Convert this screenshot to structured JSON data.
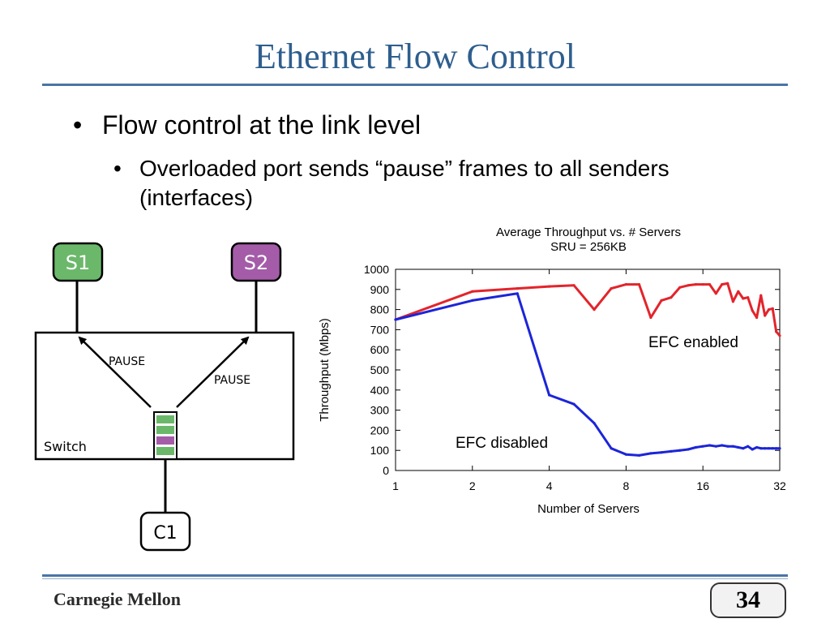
{
  "slide": {
    "title": "Ethernet Flow Control",
    "bullet_level1": "Flow control at the link level",
    "bullet_level2": "Overloaded port sends “pause” frames to all senders (interfaces)",
    "bullet_char": "•",
    "footer": "Carnegie Mellon",
    "page_number": "34",
    "title_color": "#2e5e8e"
  },
  "diagram": {
    "server1": {
      "label": "S1",
      "color": "#6bb86b"
    },
    "server2": {
      "label": "S2",
      "color": "#a45ca8"
    },
    "client": {
      "label": "C1"
    },
    "switch_label": "Switch",
    "pause_left": "PAUSE",
    "pause_right": "PAUSE",
    "queue_colors": [
      "#6bb86b",
      "#6bb86b",
      "#a45ca8",
      "#6bb86b"
    ]
  },
  "chart_data": {
    "type": "line",
    "title": "Average Throughput vs. # Servers",
    "subtitle": "SRU = 256KB",
    "xlabel": "Number of Servers",
    "ylabel": "Throughput (Mbps)",
    "x_scale": "log2",
    "xlim": [
      1,
      32
    ],
    "ylim": [
      0,
      1000
    ],
    "x_ticks": [
      1,
      2,
      4,
      8,
      16,
      32
    ],
    "y_ticks": [
      0,
      100,
      200,
      300,
      400,
      500,
      600,
      700,
      800,
      900,
      1000
    ],
    "grid": false,
    "series": [
      {
        "name": "EFC enabled",
        "color": "#e3242b",
        "x": [
          1,
          2,
          3,
          4,
          5,
          6,
          7,
          8,
          9,
          10,
          11,
          12,
          13,
          14,
          15,
          16,
          17,
          18,
          19,
          20,
          21,
          22,
          23,
          24,
          25,
          26,
          27,
          28,
          29,
          30,
          31,
          32
        ],
        "y": [
          750,
          890,
          905,
          915,
          920,
          800,
          905,
          925,
          925,
          760,
          845,
          860,
          910,
          920,
          925,
          925,
          925,
          880,
          925,
          930,
          840,
          890,
          855,
          860,
          795,
          760,
          870,
          770,
          800,
          805,
          690,
          670
        ]
      },
      {
        "name": "EFC disabled",
        "color": "#1c25d8",
        "x": [
          1,
          2,
          3,
          4,
          5,
          6,
          7,
          8,
          9,
          10,
          11,
          12,
          13,
          14,
          15,
          16,
          17,
          18,
          19,
          20,
          21,
          22,
          23,
          24,
          25,
          26,
          27,
          28,
          29,
          30,
          31,
          32
        ],
        "y": [
          750,
          845,
          880,
          375,
          330,
          235,
          110,
          80,
          75,
          85,
          90,
          95,
          100,
          105,
          115,
          120,
          125,
          120,
          125,
          120,
          120,
          115,
          110,
          120,
          105,
          115,
          110,
          110,
          110,
          110,
          110,
          110
        ]
      }
    ]
  }
}
